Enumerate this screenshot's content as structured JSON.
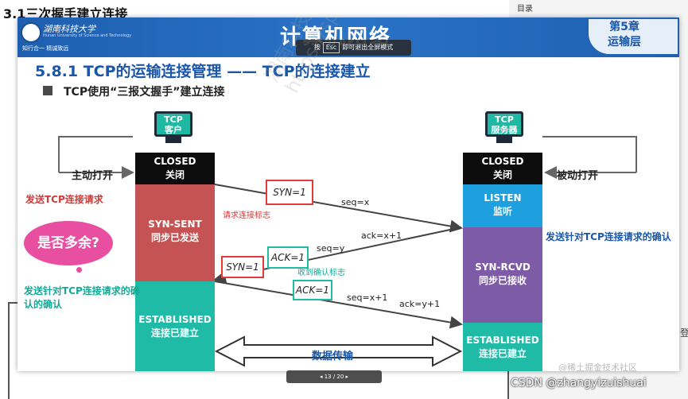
{
  "page": {
    "heading": "3.1三次握手建立连接",
    "toc_label": "目录",
    "right_edge_char": "登"
  },
  "slide": {
    "university": "湖南科技大学",
    "university_en": "Hunan University of Science and Technology",
    "motto": "知行合一 精诚致远",
    "course_title": "计算机网络",
    "chapter_line1": "第5章",
    "chapter_line2": "运输层",
    "esc_hint_prefix": "按",
    "esc_key": "Esc",
    "esc_hint_suffix": "即可退出全屏模式",
    "section_title": "5.8.1 TCP的运输连接管理 —— TCP的连接建立",
    "bullet": "TCP使用“三报文握手”建立连接",
    "watermark": "湖南科技大学 计算机网络 教书匠 https://space.bilibili.com/360996402",
    "client": {
      "monitor_line1": "TCP",
      "monitor_line2": "客户",
      "active_open": "主动打开",
      "send_request": "发送TCP连接请求",
      "states": [
        {
          "name": "CLOSED",
          "cn": "关闭"
        },
        {
          "name": "SYN-SENT",
          "cn": "同步已发送"
        },
        {
          "name": "ESTABLISHED",
          "cn": "连接已建立"
        }
      ]
    },
    "server": {
      "monitor_line1": "TCP",
      "monitor_line2": "服务器",
      "passive_open": "被动打开",
      "states": [
        {
          "name": "CLOSED",
          "cn": "关闭"
        },
        {
          "name": "LISTEN",
          "cn": "监听"
        },
        {
          "name": "SYN-RCVD",
          "cn": "同步已接收"
        },
        {
          "name": "ESTABLISHED",
          "cn": "连接已建立"
        }
      ]
    },
    "msg1": {
      "flag": "SYN=1",
      "seq": "seq=x",
      "note": "请求连接标志"
    },
    "msg2": {
      "flag_syn": "SYN=1",
      "flag_ack": "ACK=1",
      "seq": "seq=y",
      "ack": "ack=x+1",
      "note": "收到确认标志"
    },
    "msg3": {
      "flag": "ACK=1",
      "seq": "seq=x+1",
      "ack": "ack=y+1"
    },
    "bubble": "是否多余?",
    "left_note": "发送针对TCP连接请求的确认的确认",
    "right_note": "发送针对TCP连接请求的确认",
    "data_transfer": "数据传输",
    "juejin": "@稀土掘金技术社区",
    "page_nav": "13 / 20"
  },
  "csdn_watermark": "CSDN @zhangyizuishuai"
}
